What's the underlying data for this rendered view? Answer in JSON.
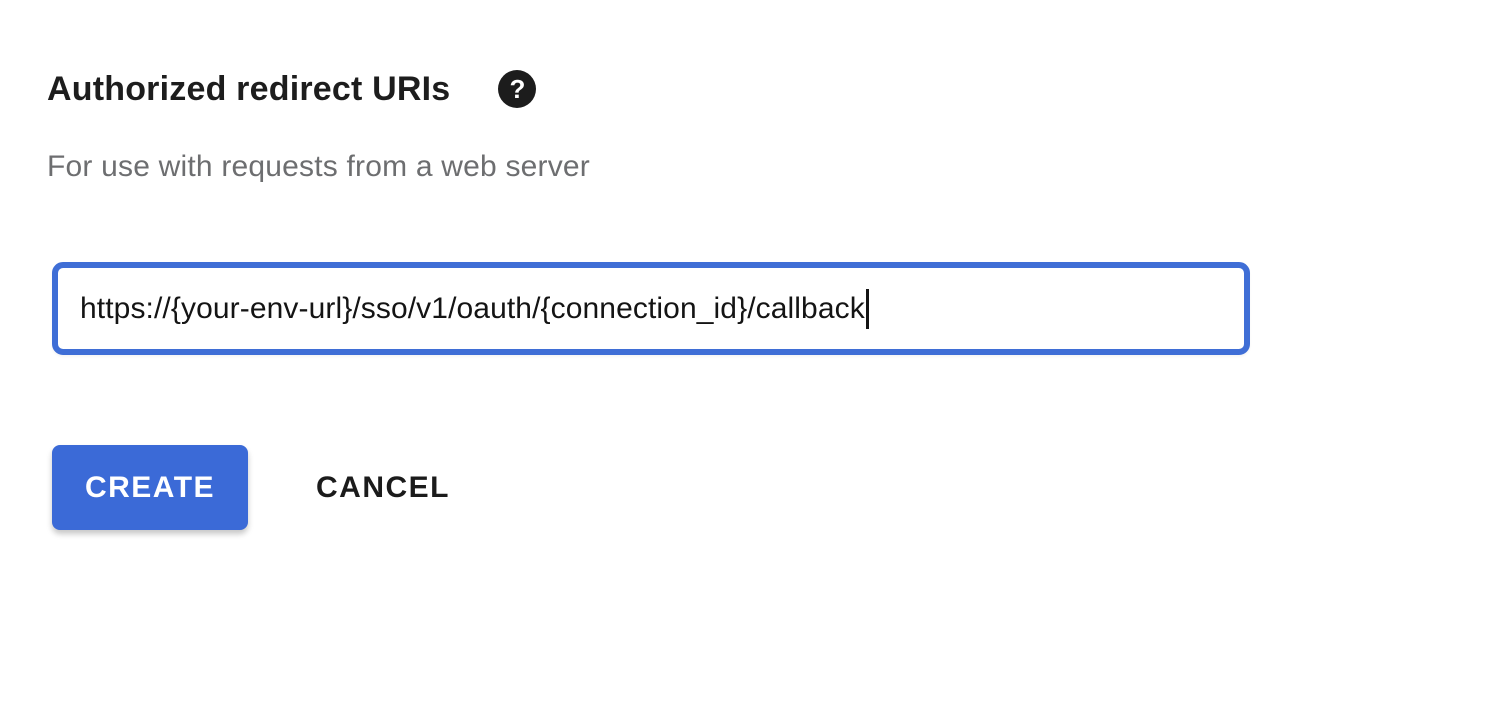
{
  "section": {
    "title": "Authorized redirect URIs",
    "subtitle": "For use with requests from a web server",
    "help_icon_glyph": "?"
  },
  "form": {
    "redirect_uri": {
      "value": "https://{your-env-url}/sso/v1/oauth/{connection_id}/callback",
      "focused": true
    }
  },
  "actions": {
    "create_label": "CREATE",
    "cancel_label": "CANCEL"
  },
  "colors": {
    "primary_button_blue": "#3b6ad7",
    "input_border_blue": "#3f6ed6",
    "title_text": "#1d1d1d",
    "subtitle_gray": "#6d6e70",
    "background": "#ffffff"
  }
}
